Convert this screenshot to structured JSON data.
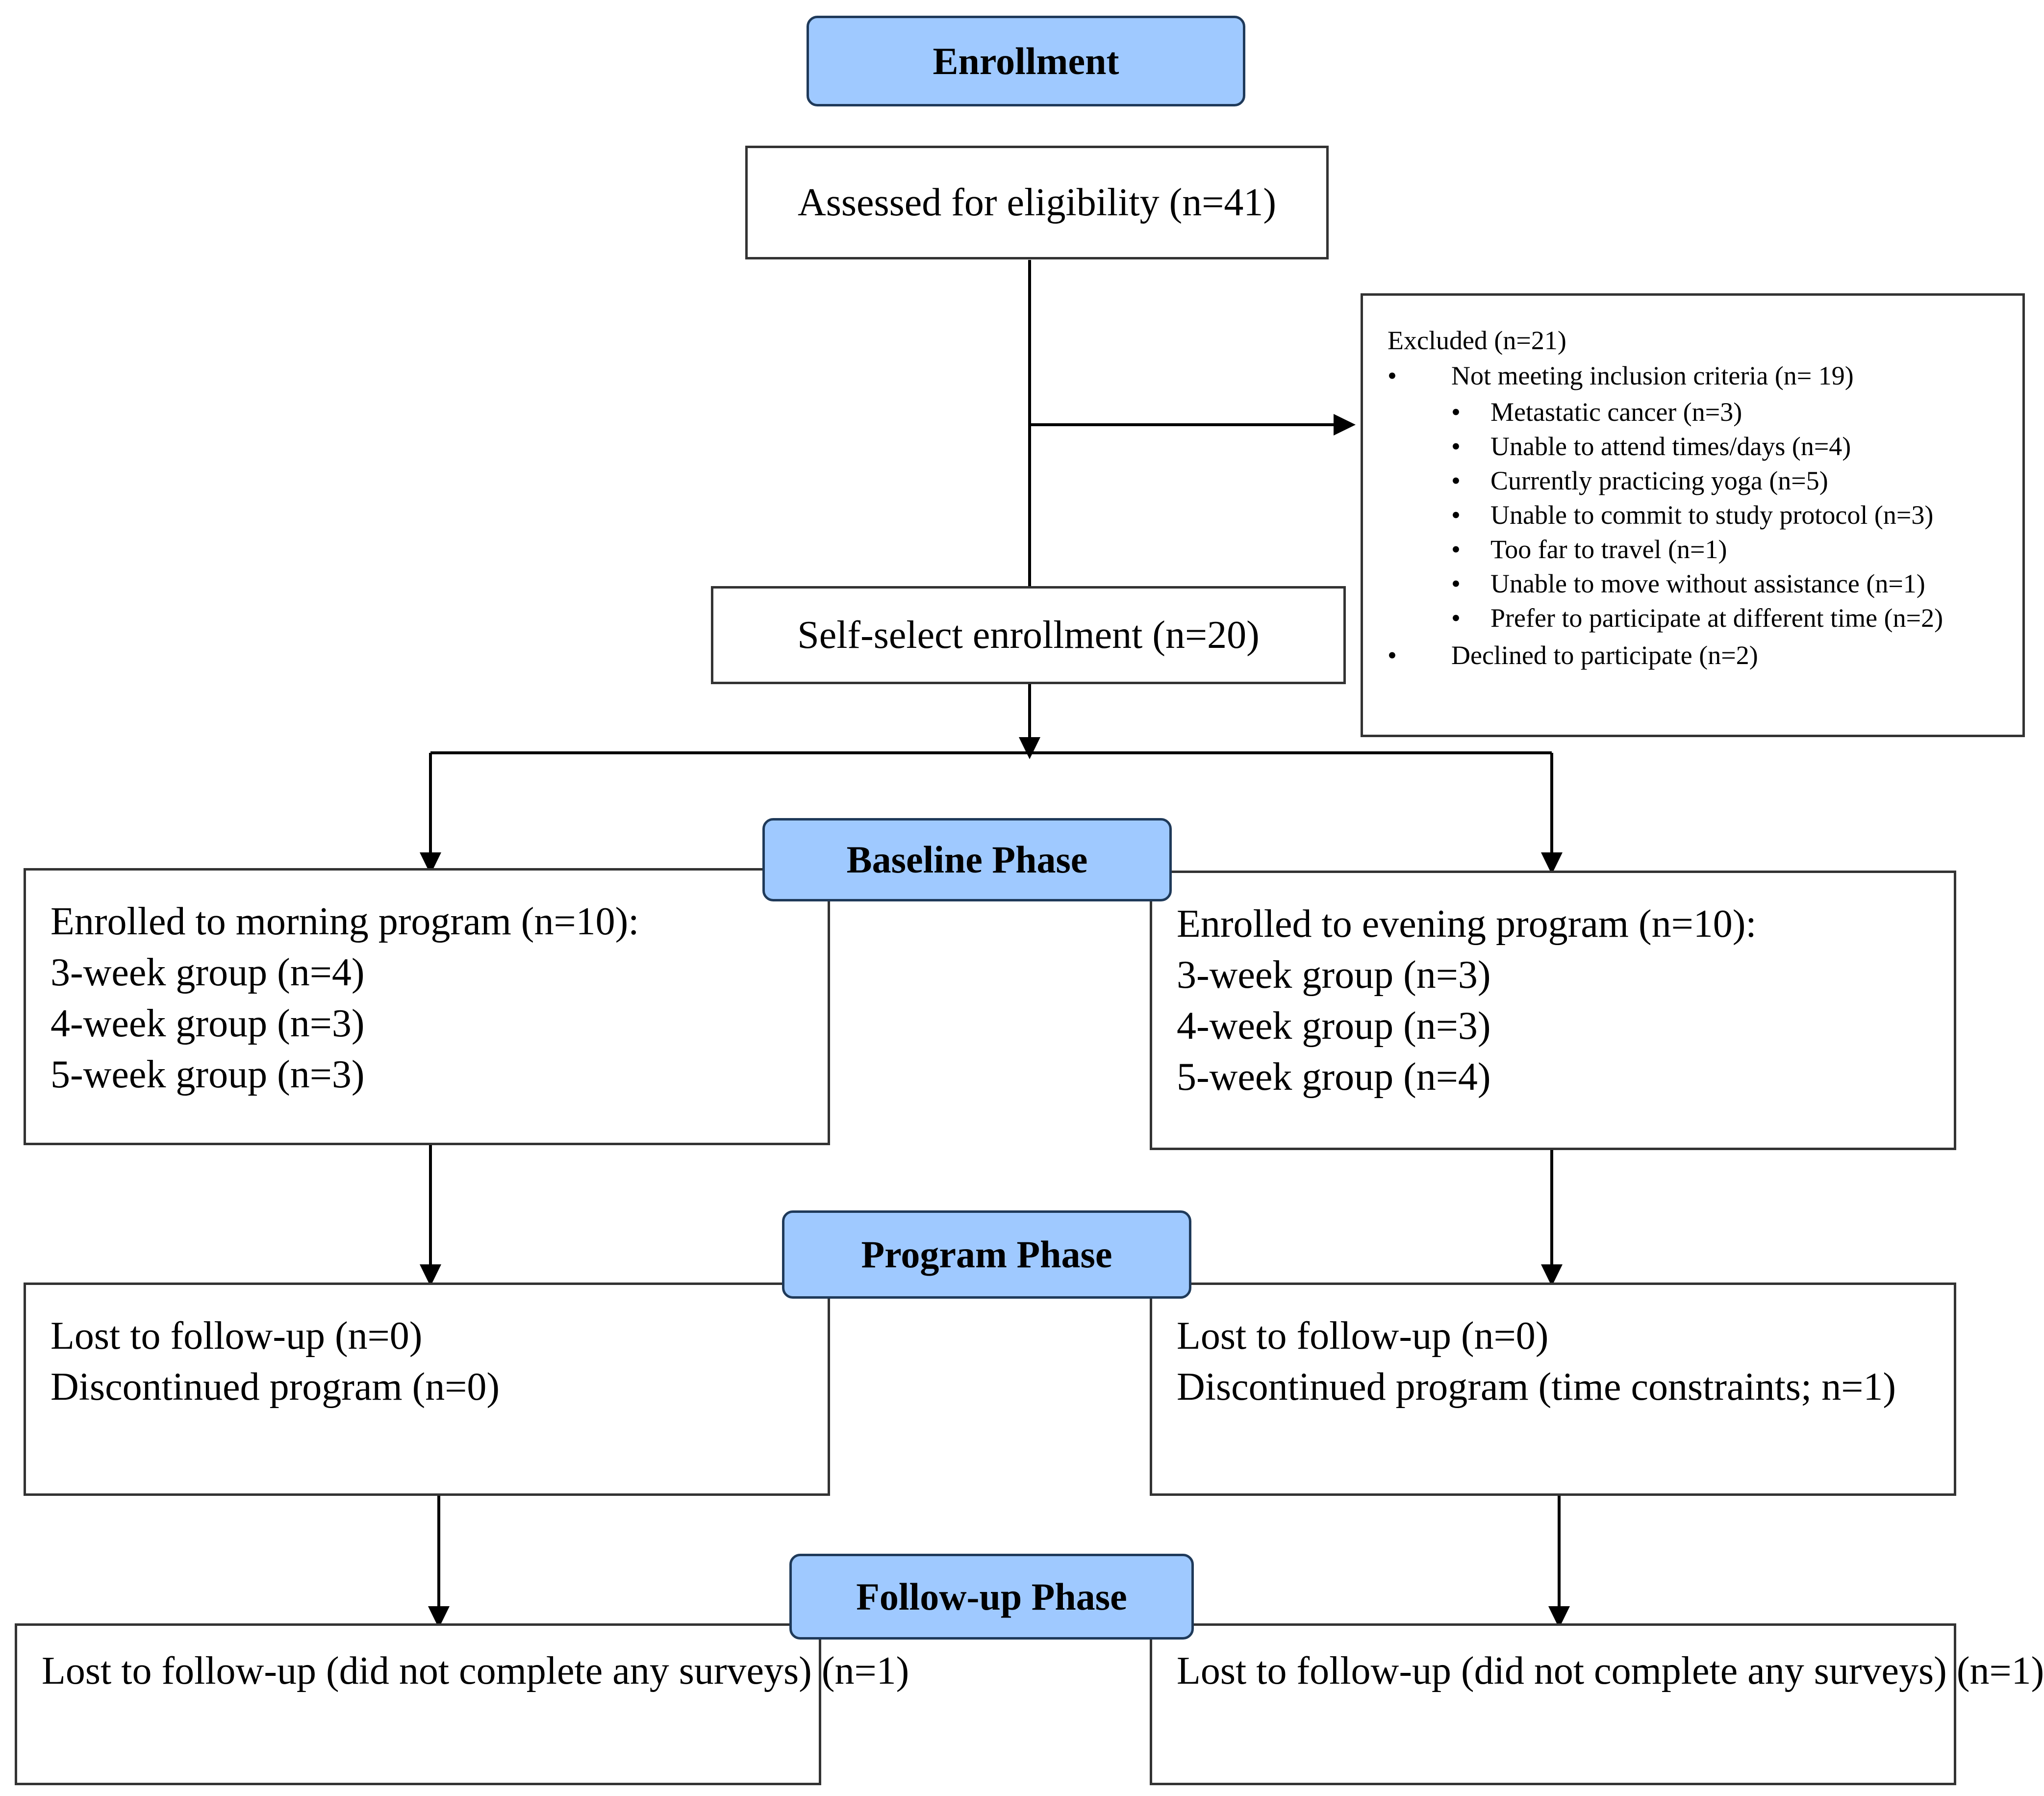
{
  "enrollment": {
    "header": "Enrollment",
    "assessed": "Assessed for eligibility (n=41)",
    "self_select": "Self-select enrollment (n=20)"
  },
  "excluded": {
    "title": "Excluded  (n=21)",
    "not_meeting": "Not meeting inclusion criteria (n= 19)",
    "reasons": [
      "Metastatic cancer (n=3)",
      "Unable to attend times/days (n=4)",
      "Currently practicing yoga (n=5)",
      "Unable to commit to study protocol (n=3)",
      "Too far to travel (n=1)",
      "Unable to move without assistance (n=1)",
      "Prefer to participate at different time (n=2)"
    ],
    "declined": "Declined to participate (n=2)"
  },
  "baseline": {
    "header": "Baseline Phase",
    "morning": {
      "title": "Enrolled to morning program (n=10):",
      "groups": [
        "3-week group (n=4)",
        "4-week group (n=3)",
        "5-week group (n=3)"
      ]
    },
    "evening": {
      "title": "Enrolled to evening program (n=10):",
      "groups": [
        "3-week group (n=3)",
        "4-week group (n=3)",
        "5-week group (n=4)"
      ]
    }
  },
  "program": {
    "header": "Program Phase",
    "morning": [
      "Lost to follow-up (n=0)",
      "Discontinued program (n=0)"
    ],
    "evening": [
      "Lost to follow-up (n=0)",
      "Discontinued program (time constraints; n=1)"
    ]
  },
  "followup": {
    "header": "Follow-up Phase",
    "morning": "Lost to follow-up (did not complete any surveys) (n=1)",
    "evening": "Lost to follow-up (did not complete any surveys) (n=1)"
  }
}
